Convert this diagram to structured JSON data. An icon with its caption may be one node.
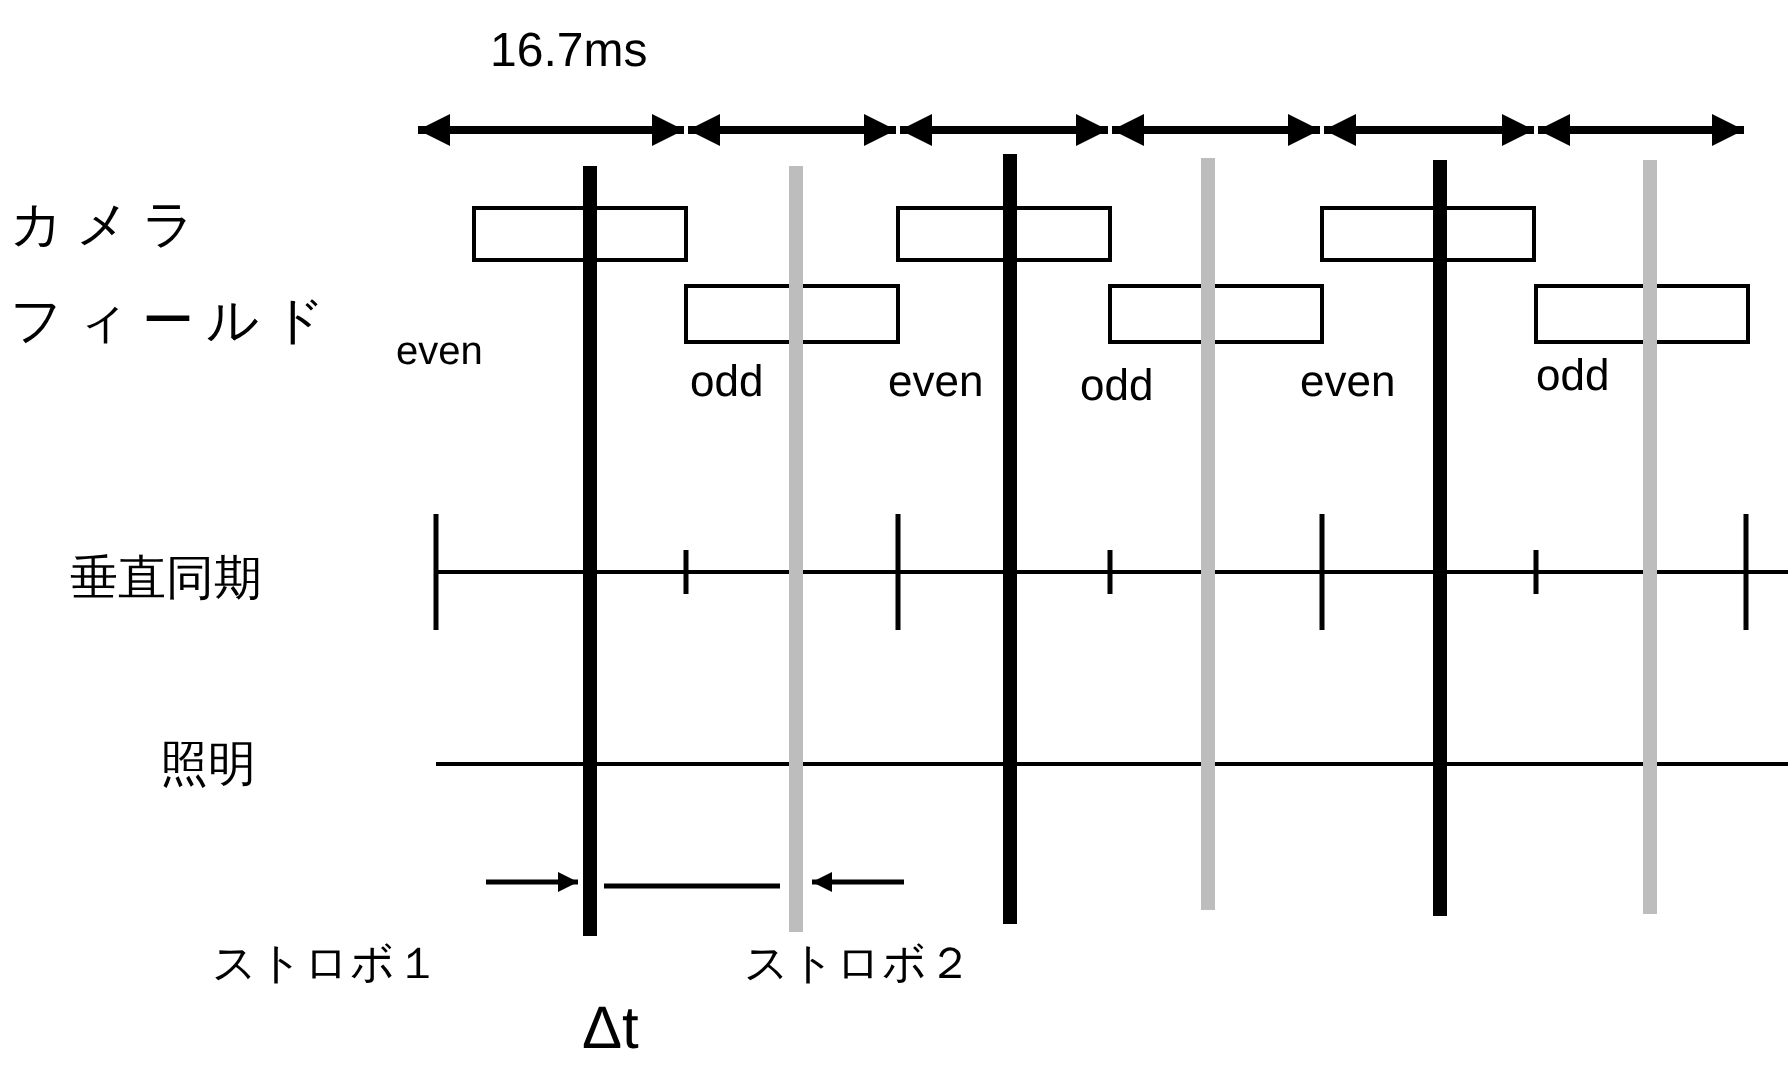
{
  "diagram": {
    "labels": [
      "16.7ms",
      "カメラ",
      "even",
      "フィールド",
      "odd",
      "even",
      "odd",
      "even",
      "odd",
      "垂直同期",
      "照明",
      "ストロボ１",
      "ストロボ２",
      "Δt"
    ]
  }
}
